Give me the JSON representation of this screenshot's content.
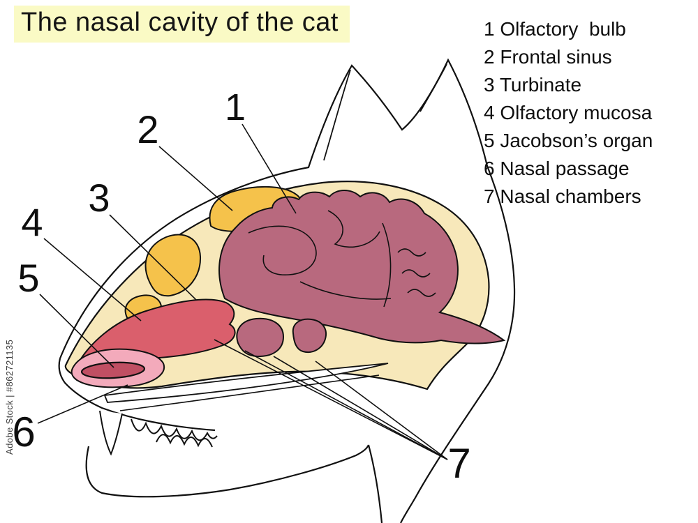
{
  "title": "The nasal cavity of the cat",
  "watermark": "Adobe Stock | #862721135",
  "legend": {
    "items": [
      "1 Olfactory  bulb",
      "2 Frontal sinus",
      "3 Turbinate",
      "4 Olfactory mucosa",
      "5 Jacobson’s organ",
      "6 Nasal passage",
      "7 Nasal chambers"
    ]
  },
  "callouts": {
    "n1": "1",
    "n2": "2",
    "n3": "3",
    "n4": "4",
    "n5": "5",
    "n6": "6",
    "n7": "7"
  },
  "colors": {
    "title_background": "#fafac5",
    "outline_black": "#111111",
    "skull_cream": "#f7e8ba",
    "frontal_sinus_yellow": "#f5c24b",
    "brain_mauve": "#b8697e",
    "olfactory_mucosa_red": "#da5f6c",
    "nasal_passage_pink": "#f3aabb",
    "jacobsons_organ_dark": "#c04f63"
  }
}
